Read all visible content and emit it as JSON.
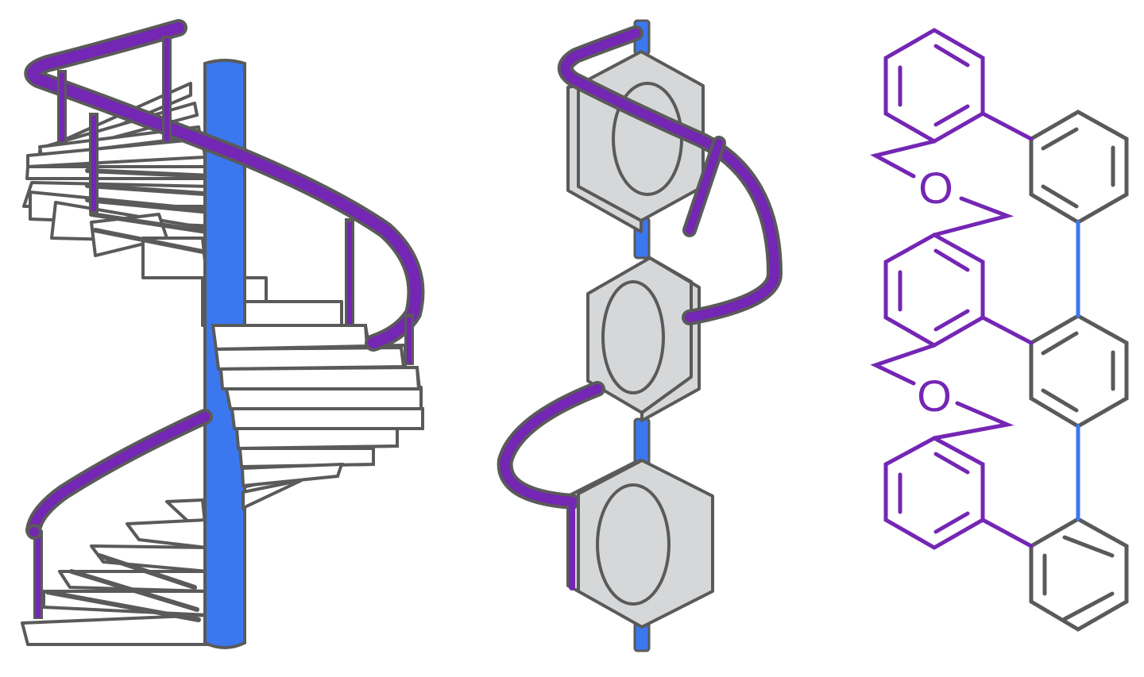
{
  "figure": {
    "panels": [
      {
        "id": "staircase",
        "description": "Spiral staircase with blue central column and purple handrail"
      },
      {
        "id": "model3d",
        "description": "3D model of three stacked hexagonal rings on a blue axis wrapped by a purple helix"
      },
      {
        "id": "structure",
        "description": "2D skeletal chemical structure: grey terphenyl backbone with blue linking bonds and purple ether-linked aryl arms"
      }
    ]
  },
  "colors": {
    "outline": "#5a5a5a",
    "column_blue": "#3b78f0",
    "rail_purple": "#7426b4",
    "ring_fill": "#d6d7d8",
    "step_fill": "#ffffff",
    "background": "#ffffff"
  },
  "structure": {
    "atom_labels": [
      {
        "symbol": "O",
        "position": "upper"
      },
      {
        "symbol": "O",
        "position": "lower"
      }
    ]
  },
  "icons": {
    "staircase": "spiral-staircase-illustration",
    "model": "helical-ring-stack-model",
    "molecule": "skeletal-formula"
  }
}
